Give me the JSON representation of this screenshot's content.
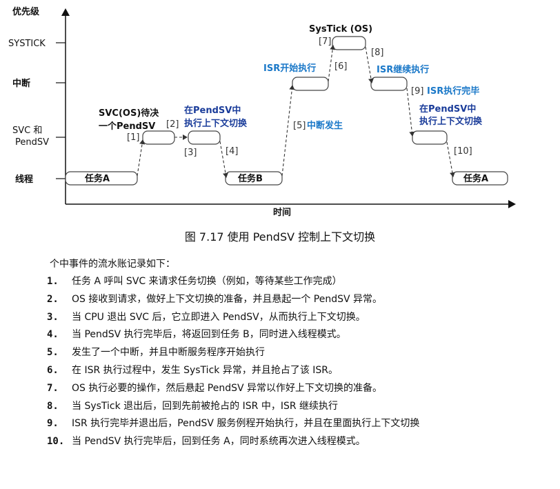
{
  "diagram": {
    "y_axis_label": "优先级",
    "x_axis_label": "时间",
    "levels": {
      "systick": "SYSTICK",
      "interrupt": "中断",
      "svc_pendsv_1": "SVC 和",
      "svc_pendsv_2": "PendSV",
      "thread": "线程"
    },
    "tasks": {
      "task_a_start": "任务A",
      "task_b": "任务B",
      "task_a_end": "任务A"
    },
    "steps": [
      "[1]",
      "[2]",
      "[3]",
      "[4]",
      "[5]",
      "[6]",
      "[7]",
      "[8]",
      "[9]",
      "[10]"
    ],
    "annotations": {
      "svc_pending_1": "SVC(OS)待决",
      "svc_pending_2": "一个PendSV",
      "pendsv_switch_1": "在PendSV中",
      "pendsv_switch_2": "执行上下文切换",
      "interrupt_occurs": "中断发生",
      "isr_start": "ISR开始执行",
      "systick_os": "SysTick (OS)",
      "isr_resume": "ISR继续执行",
      "isr_done": "ISR执行完毕",
      "pendsv_switch2_1": "在PendSV中",
      "pendsv_switch2_2": "执行上下文切换"
    },
    "colors": {
      "blue": "#1a78c8",
      "navy": "#1a3c9a",
      "line": "#333333"
    }
  },
  "caption": "图 7.17  使用 PendSV 控制上下文切换",
  "intro": "个中事件的流水账记录如下：",
  "list": [
    {
      "num": "1.",
      "text": "任务 A 呼叫 SVC 来请求任务切换（例如，等待某些工作完成）"
    },
    {
      "num": "2.",
      "text": "OS 接收到请求，做好上下文切换的准备，并且悬起一个 PendSV 异常。"
    },
    {
      "num": "3.",
      "text": "当 CPU 退出 SVC 后，它立即进入 PendSV，从而执行上下文切换。"
    },
    {
      "num": "4.",
      "text": "当 PendSV 执行完毕后，将返回到任务 B，同时进入线程模式。"
    },
    {
      "num": "5.",
      "text": "发生了一个中断，并且中断服务程序开始执行"
    },
    {
      "num": "6.",
      "text": "在 ISR 执行过程中，发生 SysTick 异常，并且抢占了该 ISR。"
    },
    {
      "num": "7.",
      "text": "OS 执行必要的操作，然后悬起 PendSV 异常以作好上下文切换的准备。"
    },
    {
      "num": "8.",
      "text": "当 SysTick 退出后，回到先前被抢占的 ISR 中，ISR 继续执行"
    },
    {
      "num": "9.",
      "text": "ISR 执行完毕并退出后，PendSV 服务例程开始执行，并且在里面执行上下文切换"
    },
    {
      "num": "10.",
      "text": "当 PendSV 执行完毕后，回到任务 A，同时系统再次进入线程模式。"
    }
  ]
}
